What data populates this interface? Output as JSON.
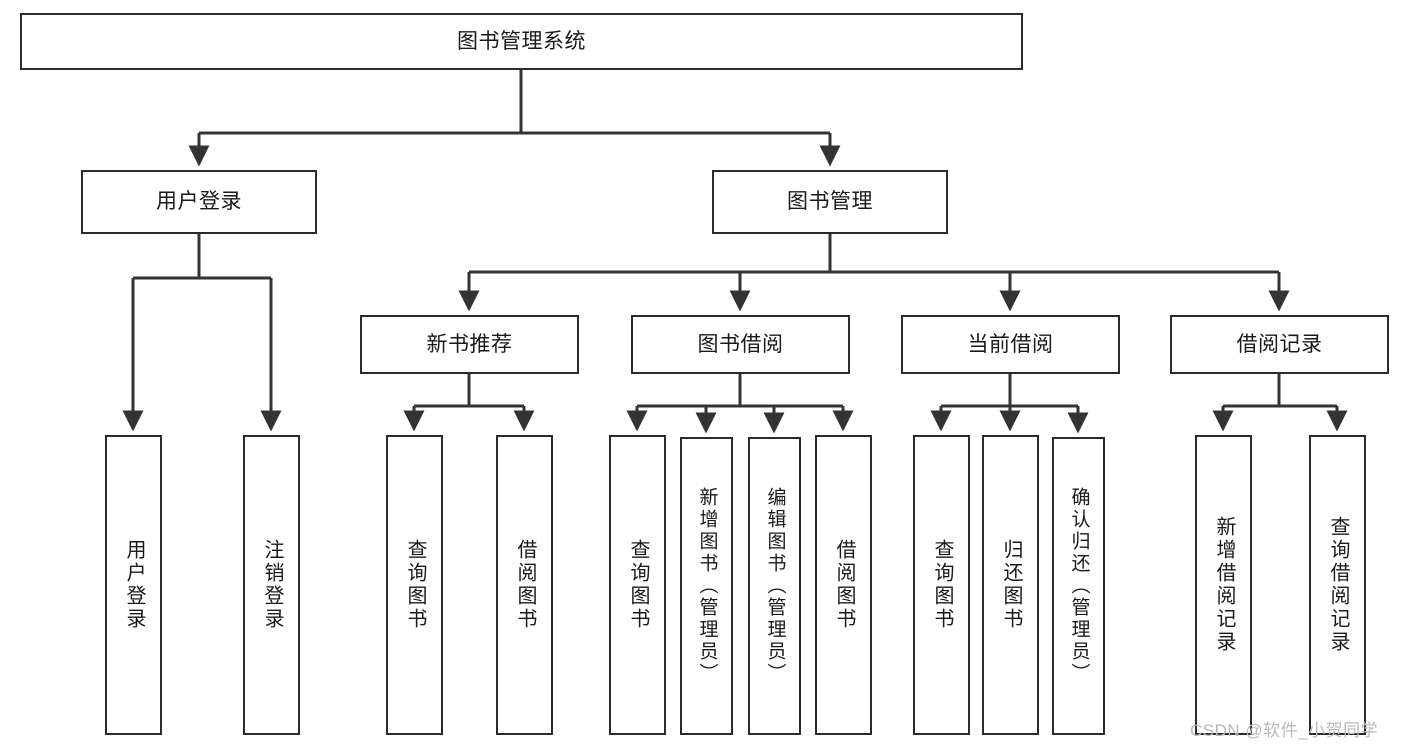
{
  "diagram": {
    "title": "图书管理系统",
    "type": "tree-hierarchy",
    "levels": 4,
    "colors": {
      "box_border": "#2b2b2b",
      "box_fill": "#ffffff",
      "connector": "#333333",
      "text": "#1a1a1a",
      "watermark": "#b9b9b9",
      "background": "#ffffff"
    }
  },
  "root": {
    "label": "图书管理系统"
  },
  "level2": [
    {
      "label": "用户登录"
    },
    {
      "label": "图书管理"
    }
  ],
  "level3": [
    {
      "label": "新书推荐"
    },
    {
      "label": "图书借阅"
    },
    {
      "label": "当前借阅"
    },
    {
      "label": "借阅记录"
    }
  ],
  "leaves": {
    "user_login": [
      {
        "label": "用户登录"
      },
      {
        "label": "注销登录"
      }
    ],
    "new_book_recommend": [
      {
        "label": "查询图书"
      },
      {
        "label": "借阅图书"
      }
    ],
    "book_borrow": [
      {
        "label": "查询图书"
      },
      {
        "label": "新增图书（管理员）"
      },
      {
        "label": "编辑图书（管理员）"
      },
      {
        "label": "借阅图书"
      }
    ],
    "current_borrow": [
      {
        "label": "查询图书"
      },
      {
        "label": "归还图书"
      },
      {
        "label": "确认归还（管理员）"
      }
    ],
    "borrow_records": [
      {
        "label": "新增借阅记录"
      },
      {
        "label": "查询借阅记录"
      }
    ]
  },
  "watermark": {
    "text": "CSDN @软件_小贺同学"
  }
}
